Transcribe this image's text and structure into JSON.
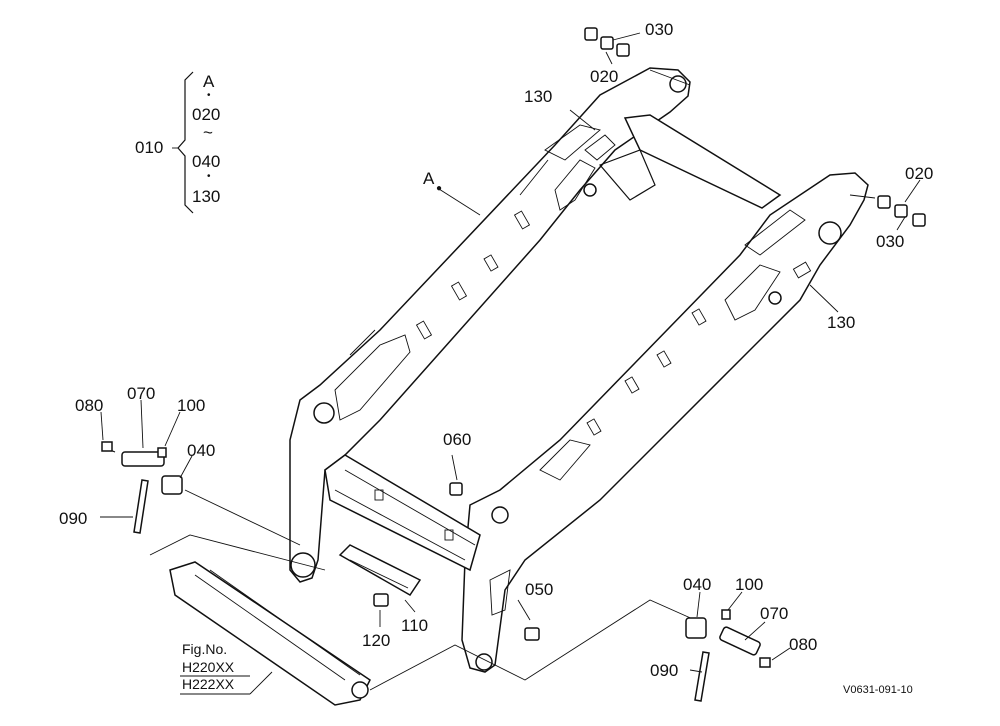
{
  "group_bracket": {
    "parent": "010",
    "items": [
      "A",
      "020",
      "~",
      "040",
      "130"
    ]
  },
  "callouts": {
    "p030_top": "030",
    "p020_top": "020",
    "p130_top": "130",
    "pA": "A",
    "p020_right": "020",
    "p030_right": "030",
    "p130_right": "130",
    "p080_left": "080",
    "p070_left": "070",
    "p100_left": "100",
    "p040_left": "040",
    "p090_left": "090",
    "p060": "060",
    "p050": "050",
    "p120": "120",
    "p110": "110",
    "p040_right": "040",
    "p100_right": "100",
    "p070_right": "070",
    "p080_right": "080",
    "p090_right": "090"
  },
  "fig_ref": {
    "title": "Fig.No.",
    "lines": [
      "H220XX",
      "H222XX"
    ]
  },
  "drawing_code": "V0631-091-10"
}
